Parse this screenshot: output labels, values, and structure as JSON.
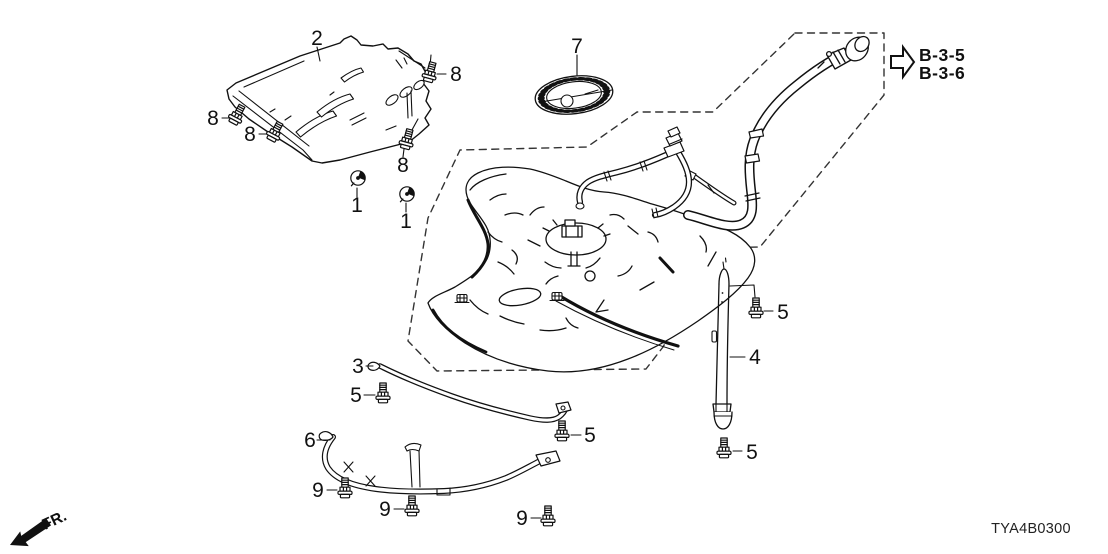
{
  "diagram_code": "TYA4B0300",
  "orientation": {
    "front_label": "FR."
  },
  "references": {
    "items": [
      "B-3-5",
      "B-3-6"
    ]
  },
  "callouts": {
    "c1a": "1",
    "c1b": "1",
    "c2": "2",
    "c3": "3",
    "c4": "4",
    "c5a": "5",
    "c5b": "5",
    "c5c": "5",
    "c5d": "5",
    "c6": "6",
    "c7": "7",
    "c8a": "8",
    "c8b": "8",
    "c8c": "8",
    "c8d": "8",
    "c9a": "9",
    "c9b": "9",
    "c9c": "9"
  },
  "colors": {
    "line": "#111111",
    "background": "#ffffff",
    "dash": "#333333"
  }
}
